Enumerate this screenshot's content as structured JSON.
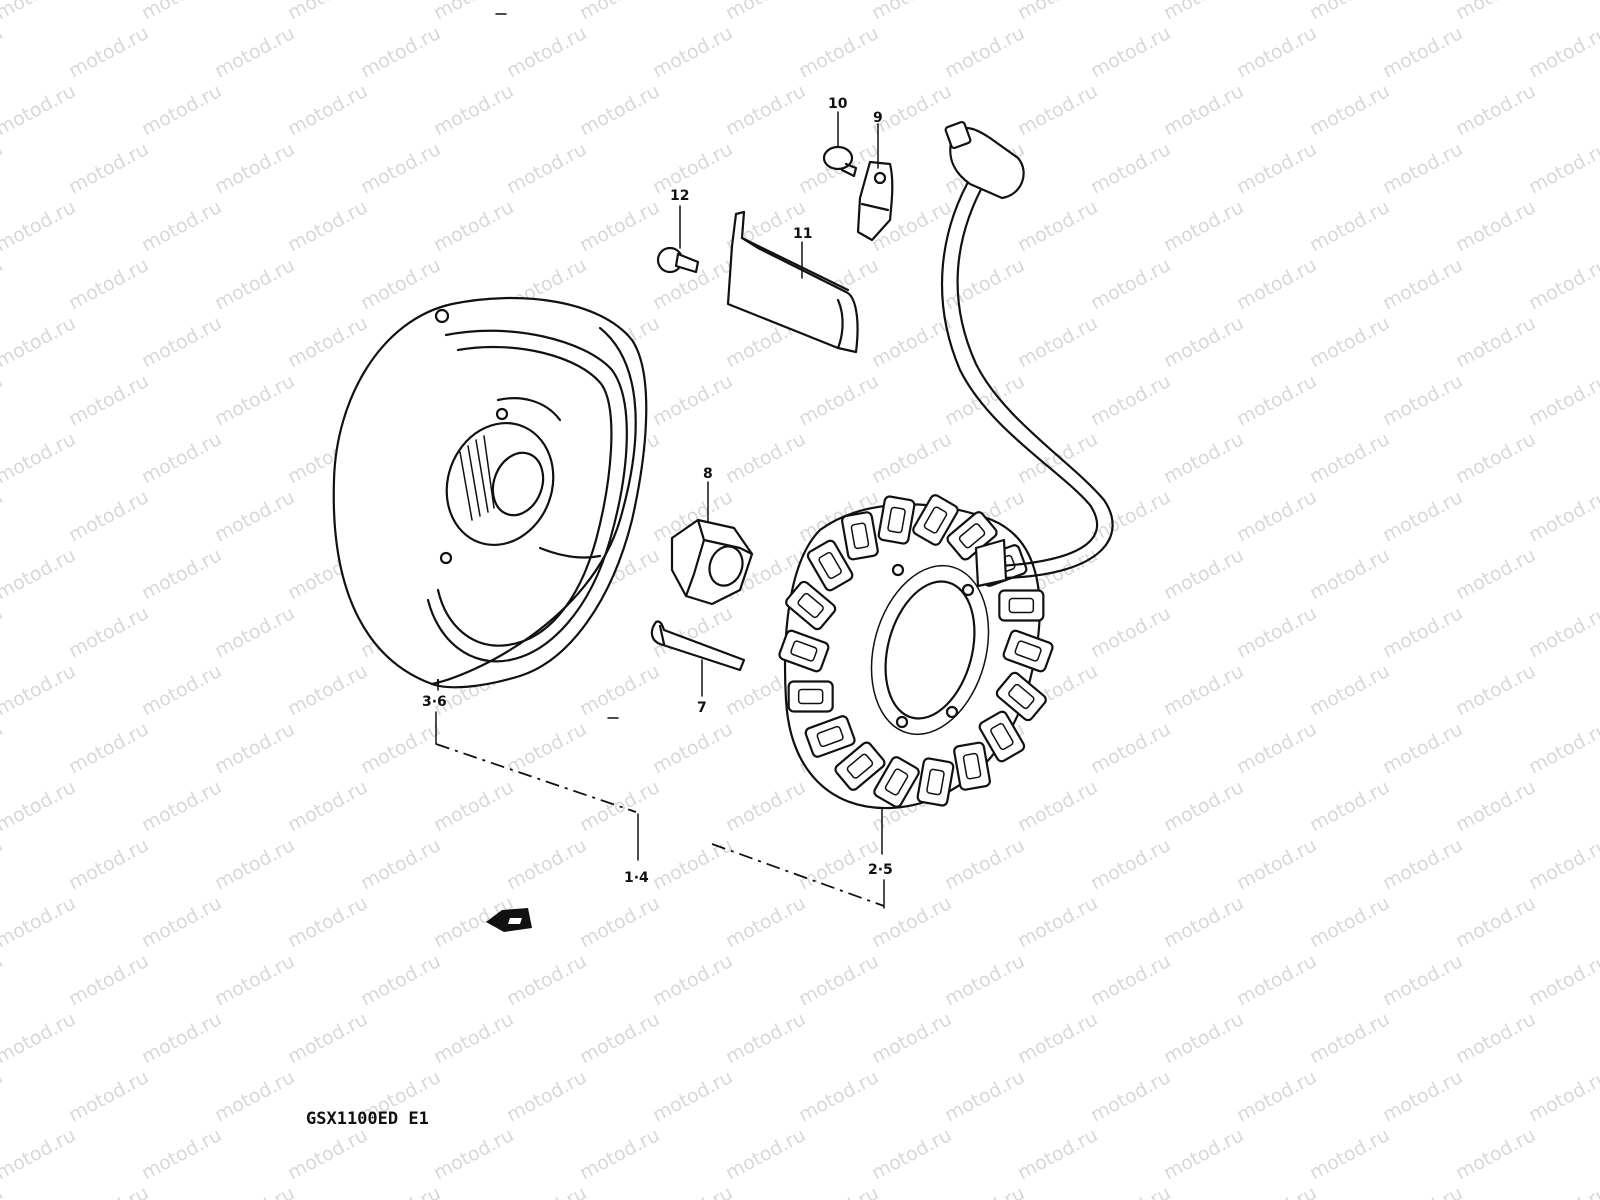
{
  "watermark": "motod.ru",
  "model_label": "GSX1100ED E1",
  "callouts": {
    "c10": "10",
    "c9": "9",
    "c12": "12",
    "c11": "11",
    "c8": "8",
    "c7": "7",
    "c36": "3·6",
    "c14": "1·4",
    "c25": "2·5"
  },
  "parts": {
    "rotor": "rotor-flywheel",
    "stator": "stator-coil",
    "lead_wire": "lead-wire",
    "clamp": "wire-clamp",
    "nut": "nut",
    "bolt": "bolt",
    "screw": "screw",
    "plate": "clip-plate"
  }
}
